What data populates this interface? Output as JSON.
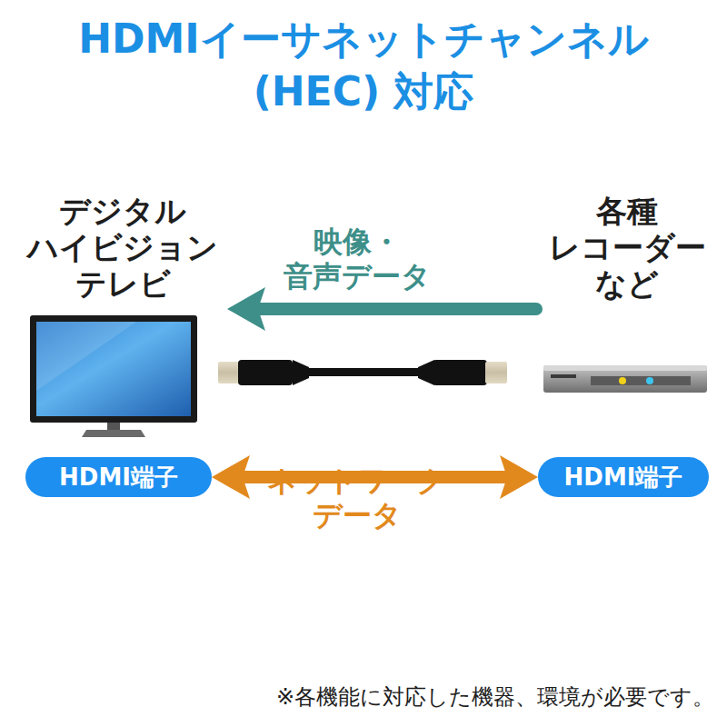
{
  "diagram": {
    "title": "HDMIイーサネットチャンネル (HEC) 対応",
    "caption": "※各機能に対応した機器、環境が必要です。",
    "nodes": [
      {
        "text": [
          "デジタル ハイビジョン テレビ"
        ]
      },
      {
        "text": [
          "各種 レコーダー など"
        ]
      },
      {
        "text": [
          "HDMI端子"
        ]
      },
      {
        "text": [
          "HDMI端子"
        ]
      }
    ],
    "edges": [
      {
        "from": 1,
        "to": 0,
        "arrow": "to",
        "label": "映像・ 音声データ"
      },
      {
        "from": 2,
        "to": 3,
        "arrow": "both",
        "label": "ネットワーク データ"
      }
    ]
  }
}
